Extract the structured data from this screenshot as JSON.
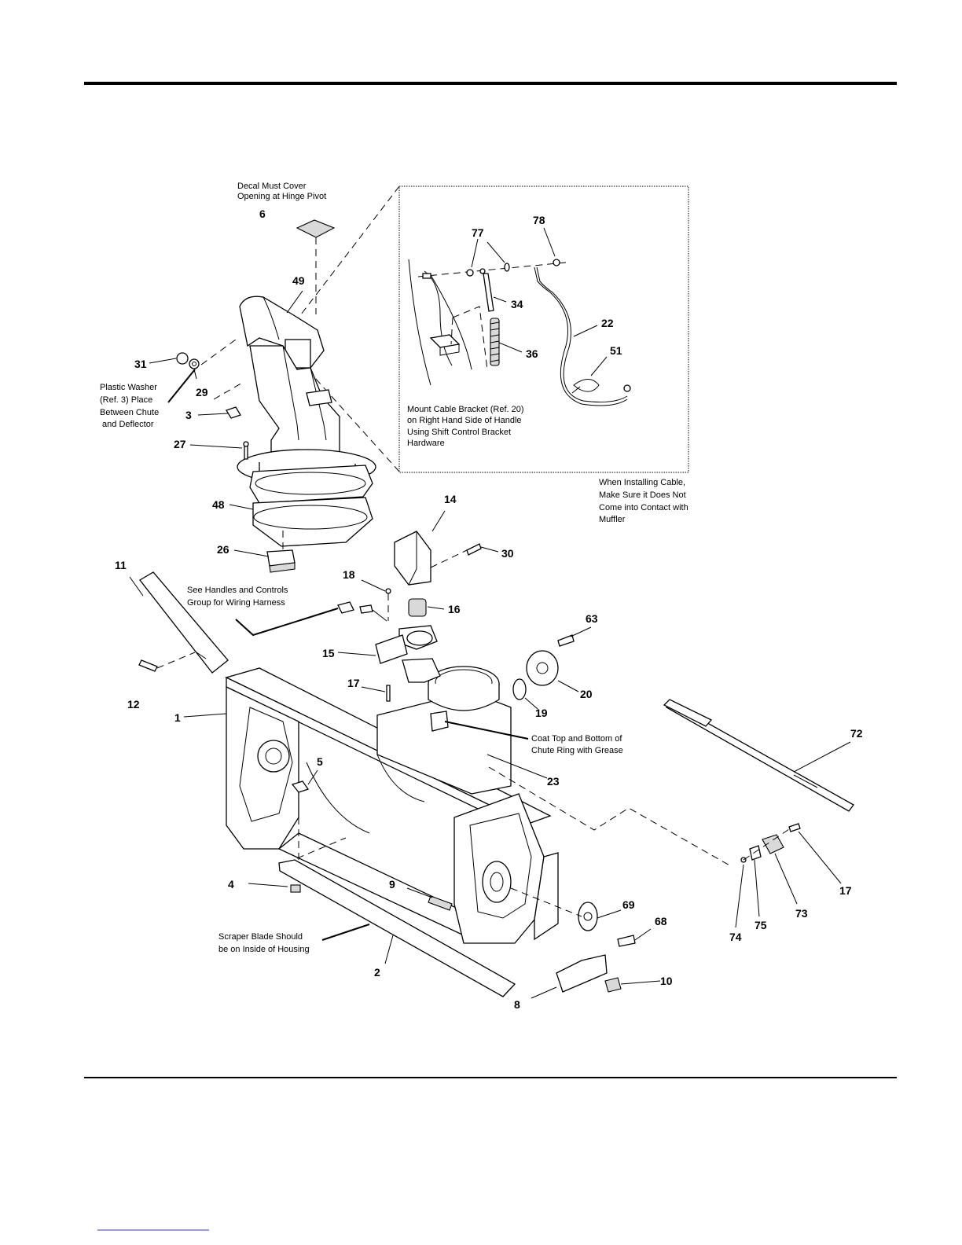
{
  "callouts": [
    {
      "id": "c6",
      "text": "6"
    },
    {
      "id": "c49",
      "text": "49"
    },
    {
      "id": "c31",
      "text": "31"
    },
    {
      "id": "c29",
      "text": "29"
    },
    {
      "id": "c3",
      "text": "3"
    },
    {
      "id": "c27",
      "text": "27"
    },
    {
      "id": "c48",
      "text": "48"
    },
    {
      "id": "c26",
      "text": "26"
    },
    {
      "id": "c11",
      "text": "11"
    },
    {
      "id": "c12",
      "text": "12"
    },
    {
      "id": "c1",
      "text": "1"
    },
    {
      "id": "c5",
      "text": "5"
    },
    {
      "id": "c4",
      "text": "4"
    },
    {
      "id": "c9",
      "text": "9"
    },
    {
      "id": "c2",
      "text": "2"
    },
    {
      "id": "c8",
      "text": "8"
    },
    {
      "id": "c10",
      "text": "10"
    },
    {
      "id": "c68",
      "text": "68"
    },
    {
      "id": "c69",
      "text": "69"
    },
    {
      "id": "c14",
      "text": "14"
    },
    {
      "id": "c30",
      "text": "30"
    },
    {
      "id": "c18",
      "text": "18"
    },
    {
      "id": "c16",
      "text": "16"
    },
    {
      "id": "c15",
      "text": "15"
    },
    {
      "id": "c17a",
      "text": "17"
    },
    {
      "id": "c63",
      "text": "63"
    },
    {
      "id": "c20",
      "text": "20"
    },
    {
      "id": "c19",
      "text": "19"
    },
    {
      "id": "c23",
      "text": "23"
    },
    {
      "id": "c72",
      "text": "72"
    },
    {
      "id": "c17b",
      "text": "17"
    },
    {
      "id": "c73",
      "text": "73"
    },
    {
      "id": "c74",
      "text": "74"
    },
    {
      "id": "c75",
      "text": "75"
    },
    {
      "id": "c77",
      "text": "77"
    },
    {
      "id": "c78",
      "text": "78"
    },
    {
      "id": "c34",
      "text": "34"
    },
    {
      "id": "c36",
      "text": "36"
    },
    {
      "id": "c22",
      "text": "22"
    },
    {
      "id": "c51",
      "text": "51"
    }
  ],
  "notes": {
    "decal": [
      "Decal Must Cover",
      "Opening at Hinge Pivot"
    ],
    "washer": [
      "Plastic Washer",
      "(Ref. 3) Place",
      "Between Chute",
      " and Deflector"
    ],
    "cable_bracket": [
      "Mount Cable Bracket (Ref. 20)",
      "on Right Hand Side of Handle",
      "Using Shift Control Bracket",
      "Hardware"
    ],
    "installing_cable": [
      "When Installing Cable,",
      "Make Sure it Does Not",
      "Come into Contact with",
      "Muffler"
    ],
    "handles": [
      "See Handles and Controls",
      "Group for Wiring Harness"
    ],
    "grease": [
      "Coat Top and Bottom of",
      "Chute Ring with Grease"
    ],
    "scraper": [
      "Scraper Blade Should",
      "be on Inside of Housing"
    ]
  }
}
